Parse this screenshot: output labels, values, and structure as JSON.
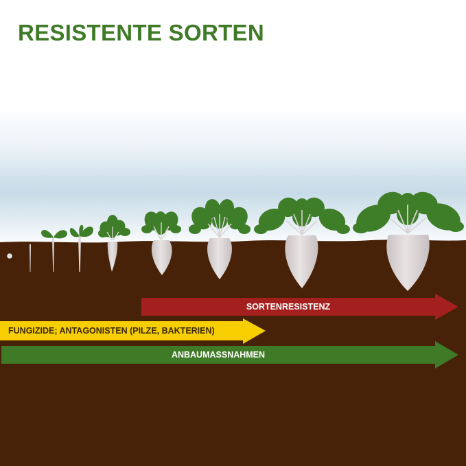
{
  "title": "RESISTENTE SORTEN",
  "arrows": {
    "sortenresistenz": {
      "label": "SORTENRESISTENZ",
      "color": "#a4201f"
    },
    "fungizide": {
      "label": "FUNGIZIDE; ANTAGONISTEN (PILZE, BAKTERIEN)",
      "color": "#f7cf00"
    },
    "anbaumassnahmen": {
      "label": "ANBAUMASSNAHMEN",
      "color": "#3f7a27"
    }
  },
  "colors": {
    "title": "#3f7a27",
    "soil": "#472208",
    "leaf": "#3f7e29",
    "root": "#dcd6d6",
    "sky": "#c6dbe7"
  },
  "growth_stages": [
    "seed",
    "sprout",
    "seedling",
    "two-leaf",
    "young-plant",
    "small-beet",
    "medium-beet",
    "large-beet",
    "mature-beet"
  ]
}
